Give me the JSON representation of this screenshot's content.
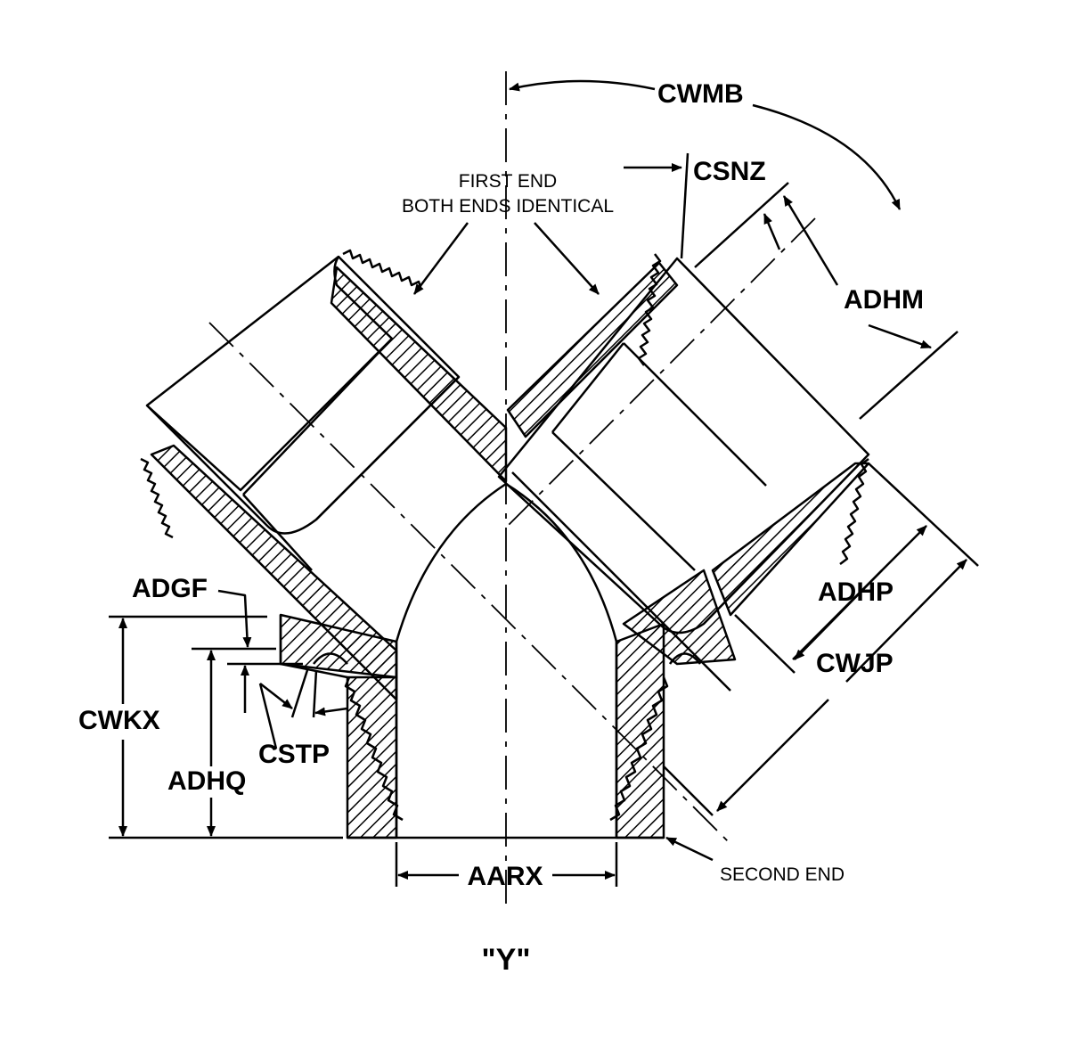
{
  "figure": {
    "caption": "\"Y\"",
    "notes": {
      "first_end_line1": "FIRST END",
      "first_end_line2": "BOTH ENDS IDENTICAL",
      "second_end": "SECOND END"
    },
    "dimensions": {
      "cwmb": "CWMB",
      "csnz": "CSNZ",
      "adhm": "ADHM",
      "adhp": "ADHP",
      "cwjp": "CWJP",
      "adgf": "ADGF",
      "cwkx": "CWKX",
      "adhq": "ADHQ",
      "cstp": "CSTP",
      "aarx": "AARX"
    }
  }
}
